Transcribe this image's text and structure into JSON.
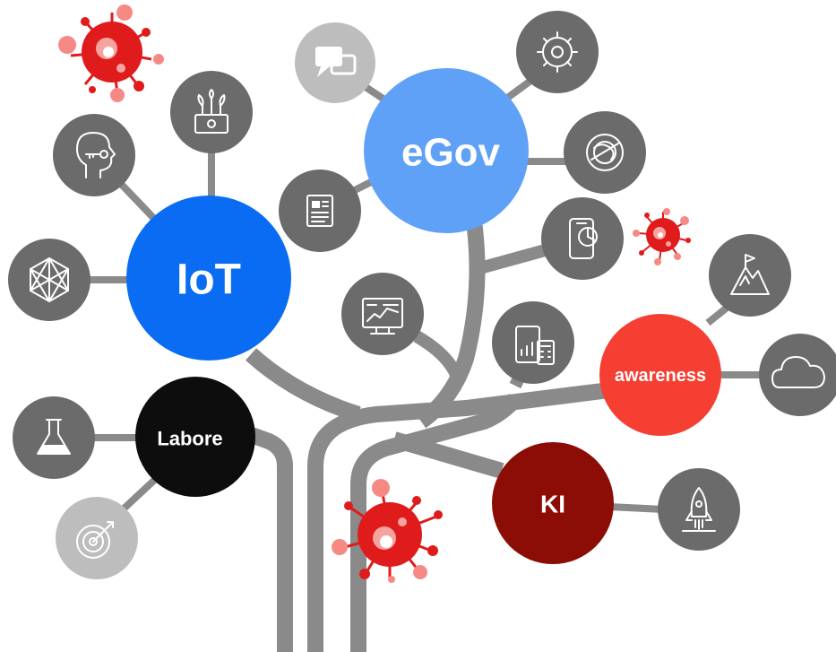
{
  "hubs": {
    "iot": {
      "label": "IoT",
      "color": "#0a6cf2"
    },
    "egov": {
      "label": "eGov",
      "color": "#5ea1f7"
    },
    "labore": {
      "label": "Labore",
      "color": "#0d0d0d"
    },
    "awareness": {
      "label": "awareness",
      "color": "#f43f32"
    },
    "ki": {
      "label": "KI",
      "color": "#8c0d06"
    }
  },
  "icons": [
    "chat-icon",
    "gear-icon",
    "brain-target-icon",
    "news-icon",
    "hexagon-network-icon",
    "head-key-icon",
    "money-plant-icon",
    "dashboard-chart-icon",
    "mobile-analytics-icon",
    "calculator-chart-icon",
    "mountain-flag-icon",
    "cloud-icon",
    "flask-icon",
    "target-arrow-icon",
    "rocket-icon"
  ],
  "virus_color": "#e01b1b",
  "virus_spike_color": "#f58a85",
  "node_color": "#6b6b6b",
  "branch_color": "#8a8a8a"
}
